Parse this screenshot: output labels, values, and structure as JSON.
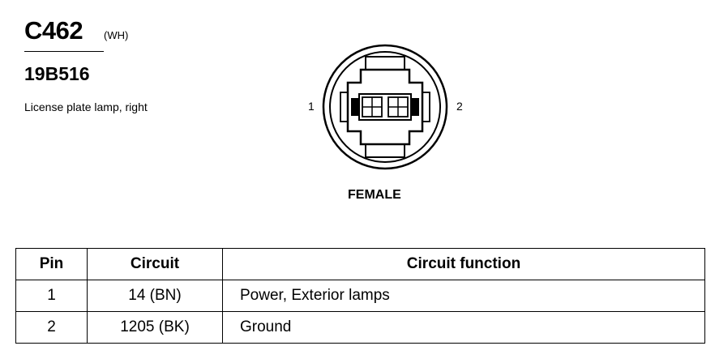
{
  "connector": {
    "id": "C462",
    "color_code": "(WH)",
    "part_number": "19B516",
    "description": "License plate lamp, right",
    "gender": "FEMALE",
    "pin_labels": [
      "1",
      "2"
    ]
  },
  "table": {
    "headers": [
      "Pin",
      "Circuit",
      "Circuit function"
    ],
    "rows": [
      {
        "pin": "1",
        "circuit": "14 (BN)",
        "function": "Power, Exterior lamps"
      },
      {
        "pin": "2",
        "circuit": "1205 (BK)",
        "function": "Ground"
      }
    ]
  }
}
